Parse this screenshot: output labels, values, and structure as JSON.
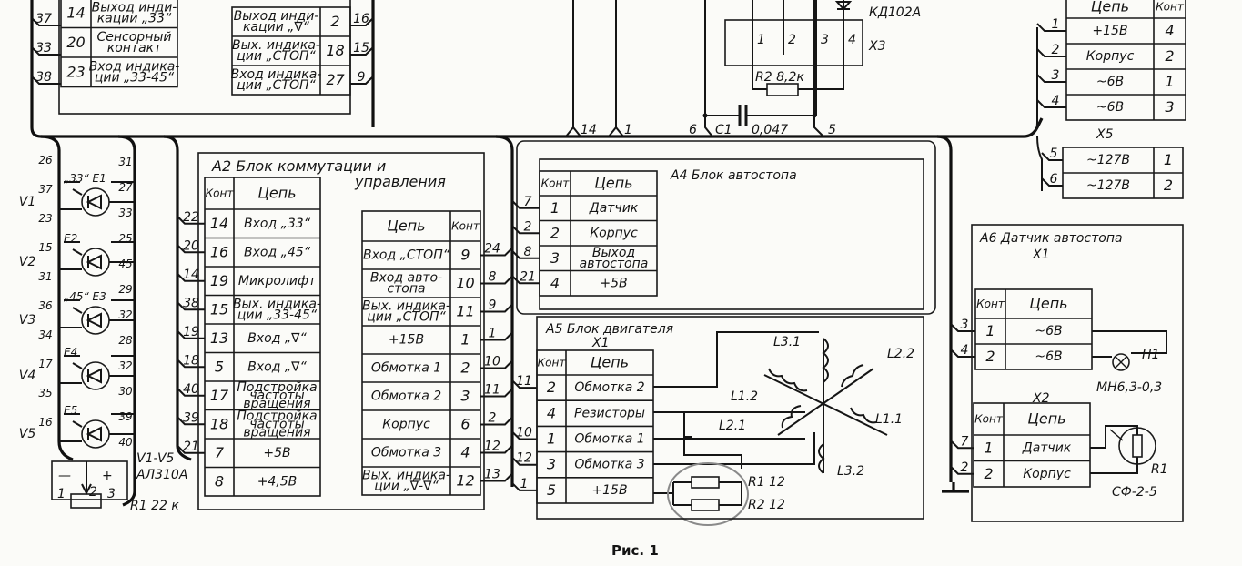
{
  "caption": "Рис. 1",
  "colors": {
    "ink": "#151515",
    "paper": "#fbfbf8",
    "highlight_ellipse": "#8a8a8a"
  },
  "top_left_table": {
    "rows": [
      {
        "kont": "14",
        "cell": "Выход инди-\nкации „33“"
      },
      {
        "kont": "20",
        "cell": "Сенсорный\nконтакт"
      },
      {
        "kont": "23",
        "cell": "Вход индика-\nции „33-45“"
      }
    ],
    "pins": [
      "37",
      "33",
      "38"
    ]
  },
  "top_mid_table": {
    "rows": [
      {
        "kont": "2",
        "cell": "Выход инди-\nкации „∇“"
      },
      {
        "kont": "18",
        "cell": "Вых. индика-\nции „СТОП“"
      },
      {
        "kont": "27",
        "cell": "Вход индика-\nции „СТОП“"
      }
    ],
    "pins": [
      "16",
      "15",
      "9"
    ]
  },
  "leds": {
    "left_pins": [
      "26",
      "37",
      "23",
      "15",
      "31",
      "36",
      "34",
      "17",
      "35",
      "16"
    ],
    "right_pins": [
      "31",
      "27",
      "33",
      "25",
      "45",
      "29",
      "32",
      "28",
      "32",
      "30",
      "39",
      "40"
    ],
    "designators": [
      "V1",
      "V2",
      "V3",
      "V4",
      "V5"
    ],
    "elements": [
      "„33“ E1",
      "E2",
      "„45“ E3",
      "E4",
      "E5"
    ],
    "type_label": "V1-V5",
    "type_value": "АЛ310А",
    "pot_label": "R1 22 к",
    "pot_pins": [
      "1",
      "2",
      "3"
    ],
    "pot_signs": [
      "—",
      "+"
    ]
  },
  "a2": {
    "title": "A2   Блок коммутации и",
    "title2": "управления",
    "left": {
      "header_kont": "Конт",
      "header_cell": "Цепь",
      "rows": [
        {
          "kont": "14",
          "cell": "Вход „33“"
        },
        {
          "kont": "16",
          "cell": "Вход „45“"
        },
        {
          "kont": "19",
          "cell": "Микролифт"
        },
        {
          "kont": "15",
          "cell": "Вых. индика-\nции „33-45“"
        },
        {
          "kont": "13",
          "cell": "Вход „∇“"
        },
        {
          "kont": "5",
          "cell": "Вход „∇“"
        },
        {
          "kont": "17",
          "cell": "Подстройка\nчастоты\nвращения"
        },
        {
          "kont": "18",
          "cell": "Подстройка\nчастоты\nвращения"
        },
        {
          "kont": "7",
          "cell": "+5В"
        },
        {
          "kont": "8",
          "cell": "+4,5В"
        }
      ],
      "pins": [
        "22",
        "20",
        "14",
        "38",
        "19",
        "18",
        "40",
        "39",
        "21"
      ]
    },
    "right": {
      "header_kont": "Конт",
      "header_cell": "Цепь",
      "rows": [
        {
          "kont": "9",
          "cell": "Вход „СТОП“"
        },
        {
          "kont": "10",
          "cell": "Вход авто-\nстопа"
        },
        {
          "kont": "11",
          "cell": "Вых. индика-\nции „СТОП“"
        },
        {
          "kont": "1",
          "cell": "+15В"
        },
        {
          "kont": "2",
          "cell": "Обмотка 1"
        },
        {
          "kont": "3",
          "cell": "Обмотка 2"
        },
        {
          "kont": "6",
          "cell": "Корпус"
        },
        {
          "kont": "4",
          "cell": "Обмотка 3"
        },
        {
          "kont": "12",
          "cell": "Вых. индика-\nции „∇-∇“"
        }
      ],
      "pins": [
        "24",
        "8",
        "9",
        "1",
        "10",
        "11",
        "2",
        "12",
        "13"
      ]
    }
  },
  "top_wires": {
    "labels": [
      "14",
      "1",
      "6",
      "5"
    ],
    "c1": "C1",
    "c1_value": "0,047",
    "r2": "R2  8,2к",
    "x3": "X3",
    "x3_pins": [
      "1",
      "2",
      "3",
      "4"
    ],
    "diode": "КД102А"
  },
  "a4": {
    "title": "A4     Блок  автостопа",
    "table": {
      "header_kont": "Конт",
      "header_cell": "Цепь",
      "rows": [
        {
          "kont": "1",
          "cell": "Датчик"
        },
        {
          "kont": "2",
          "cell": "Корпус"
        },
        {
          "kont": "3",
          "cell": "Выход\nавтостопа"
        },
        {
          "kont": "4",
          "cell": "+5В"
        }
      ],
      "pins": [
        "7",
        "2",
        "8",
        "21"
      ]
    }
  },
  "a5": {
    "title": "A5  Блок двигателя",
    "connector": "X1",
    "table": {
      "header_kont": "Конт",
      "header_cell": "Цепь",
      "rows": [
        {
          "kont": "2",
          "cell": "Обмотка 2"
        },
        {
          "kont": "4",
          "cell": "Резисторы"
        },
        {
          "kont": "1",
          "cell": "Обмотка 1"
        },
        {
          "kont": "3",
          "cell": "Обмотка 3"
        },
        {
          "kont": "5",
          "cell": "+15В"
        }
      ],
      "pins": [
        "11",
        "10",
        "12",
        "1"
      ]
    },
    "windings": [
      "L3.1",
      "L2.2",
      "L1.2",
      "L2.1",
      "L1.1",
      "L3.2"
    ],
    "resistors": [
      "R1  12",
      "R2  12"
    ]
  },
  "power": {
    "table": {
      "header_kont": "Конт",
      "header_cell": "Цепь",
      "rows": [
        {
          "kont": "4",
          "cell": "+15В"
        },
        {
          "kont": "2",
          "cell": "Корпус"
        },
        {
          "kont": "1",
          "cell": "~6В"
        },
        {
          "kont": "3",
          "cell": "~6В"
        }
      ],
      "pins": [
        "1",
        "2",
        "3",
        "4"
      ]
    },
    "x5_label": "X5",
    "x5": {
      "rows": [
        {
          "kont": "1",
          "cell": "~127В"
        },
        {
          "kont": "2",
          "cell": "~127В"
        }
      ],
      "pins": [
        "5",
        "6"
      ]
    }
  },
  "a6": {
    "title": "A6 Датчик автостопа",
    "x1_label": "X1",
    "x1": {
      "header_kont": "Конт",
      "header_cell": "Цепь",
      "rows": [
        {
          "kont": "1",
          "cell": "~6В"
        },
        {
          "kont": "2",
          "cell": "~6В"
        }
      ],
      "pins": [
        "3",
        "4"
      ]
    },
    "x2_label": "X2",
    "x2": {
      "header_kont": "Конт",
      "header_cell": "Цепь",
      "rows": [
        {
          "kont": "1",
          "cell": "Датчик"
        },
        {
          "kont": "2",
          "cell": "Корпус"
        }
      ],
      "pins": [
        "7",
        "2"
      ]
    },
    "lamp": "H1",
    "lamp_type": "МН6,3-0,3",
    "photo": "R1",
    "photo_type": "СФ-2-5"
  }
}
